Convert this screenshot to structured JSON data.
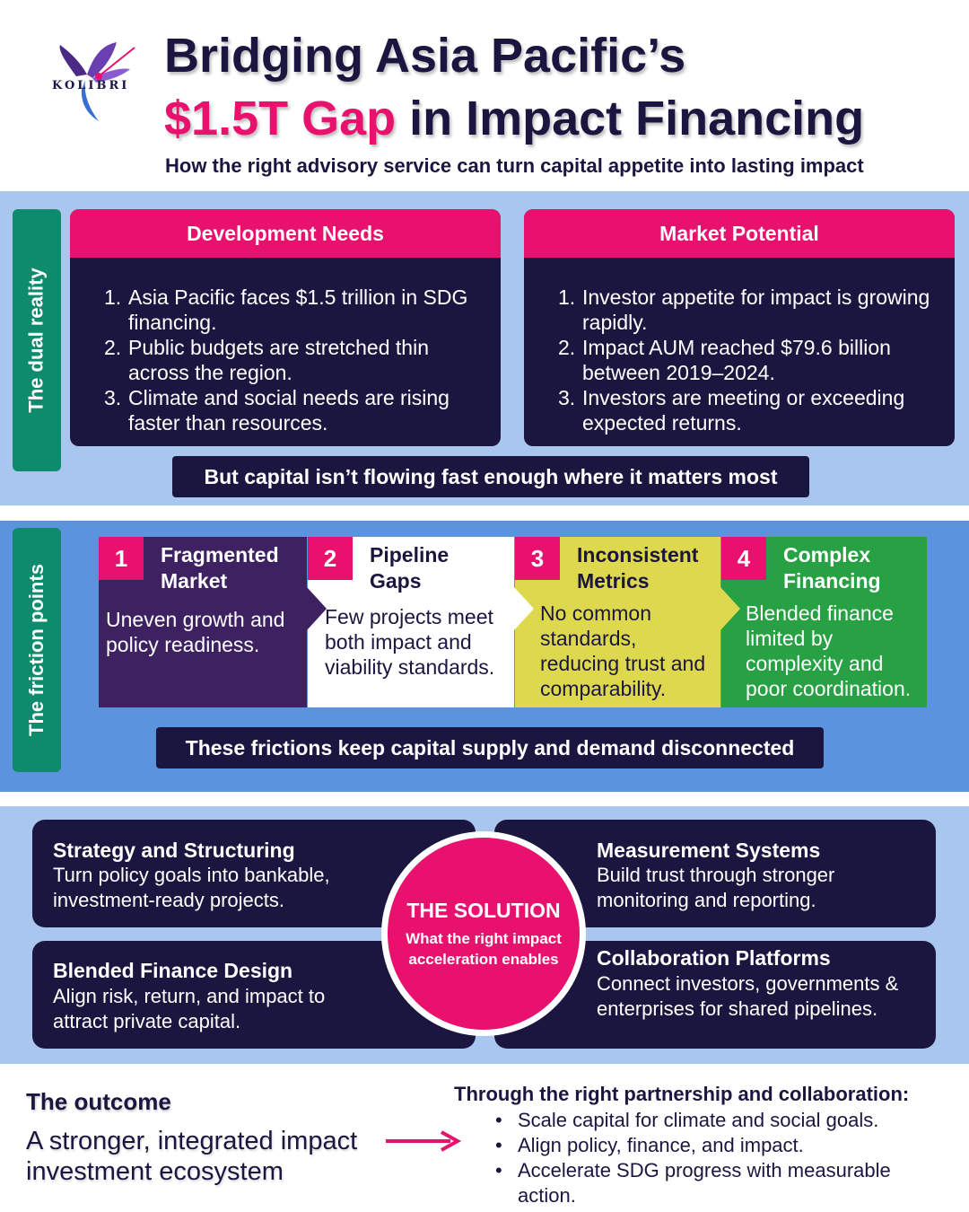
{
  "brand": {
    "logo_text": "KOLIBRI"
  },
  "header": {
    "title_line1": "Bridging Asia Pacific’s",
    "title_accent": "$1.5T Gap",
    "title_line2_rest": " in Impact Financing",
    "subtitle": "How the right advisory service can turn capital appetite into lasting impact"
  },
  "dual_reality": {
    "tab_label": "The dual reality",
    "development": {
      "title": "Development Needs",
      "items": [
        "Asia Pacific faces $1.5 trillion in SDG financing.",
        "Public budgets are stretched thin across the region.",
        "Climate and social needs are rising faster than resources."
      ]
    },
    "market": {
      "title": "Market Potential",
      "items": [
        "Investor appetite for impact is growing rapidly.",
        "Impact AUM reached $79.6 billion between 2019–2024.",
        "Investors are meeting or exceeding expected returns."
      ]
    },
    "callout": "But capital isn’t flowing fast enough where it matters most"
  },
  "friction_points": {
    "tab_label": "The friction points",
    "items": [
      {
        "num": "1",
        "title": "Fragmented Market",
        "body": "Uneven growth and policy readiness."
      },
      {
        "num": "2",
        "title": "Pipeline Gaps",
        "body": "Few projects meet both impact and viability standards."
      },
      {
        "num": "3",
        "title": "Inconsistent Metrics",
        "body": "No common standards, reducing trust and comparability."
      },
      {
        "num": "4",
        "title": "Complex Financing",
        "body": "Blended finance limited by complexity and poor coordination."
      }
    ],
    "callout": "These frictions keep capital supply and demand disconnected"
  },
  "solution": {
    "hub_title": "THE SOLUTION",
    "hub_subtitle": "What the right impact acceleration enables",
    "items": [
      {
        "title": "Strategy and Structuring",
        "body": "Turn policy goals into bankable, investment-ready projects."
      },
      {
        "title": "Measurement Systems",
        "body": "Build trust through stronger monitoring and reporting."
      },
      {
        "title": "Blended Finance Design",
        "body": "Align risk, return, and impact to attract private capital."
      },
      {
        "title": "Collaboration Platforms",
        "body": "Connect investors, governments & enterprises for shared pipelines."
      }
    ]
  },
  "outcome": {
    "label": "The outcome",
    "text": "A stronger, integrated impact investment ecosystem",
    "through_title": "Through the right partnership and collaboration:",
    "bullets": [
      "Scale capital for climate and social goals.",
      "Align policy, finance, and impact.",
      "Accelerate SDG progress with measurable action."
    ]
  },
  "colors": {
    "navy": "#1b1640",
    "magenta": "#e8116d",
    "green": "#0e8a6c",
    "purple": "#3e2160",
    "yellow": "#ded84e",
    "bright_green": "#27a143",
    "light_blue": "#a9c6ee",
    "mid_blue": "#5b93dd"
  }
}
